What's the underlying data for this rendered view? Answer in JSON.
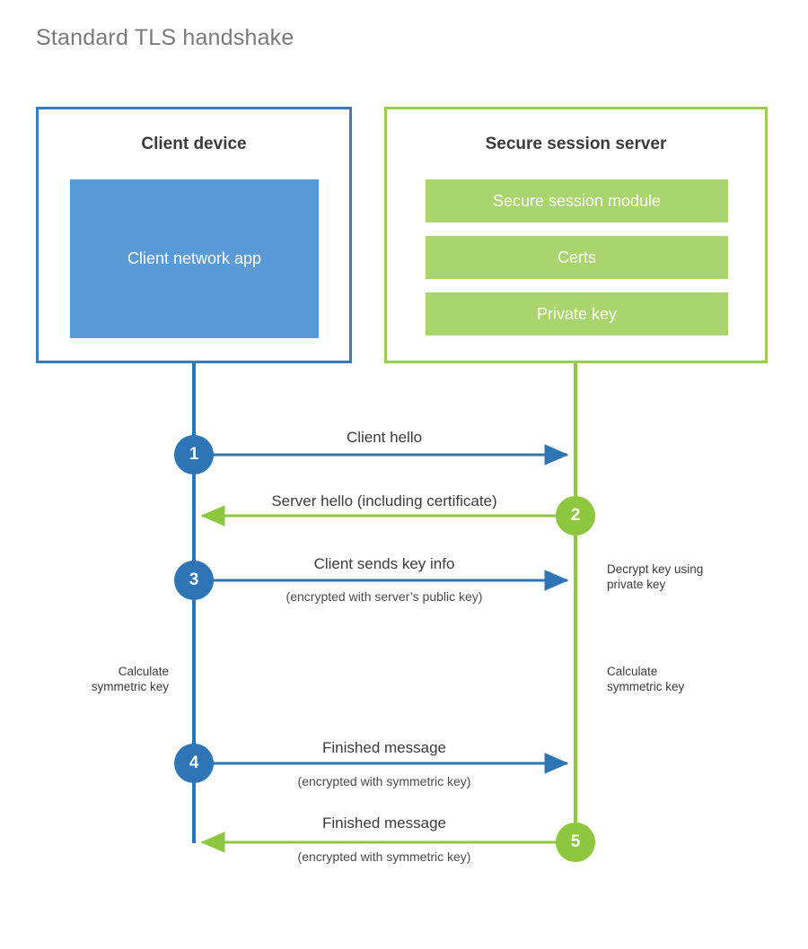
{
  "title": "Standard TLS handshake",
  "colors": {
    "client_border": "#3a7cba",
    "client_fill": "#5b9bd5",
    "client_line": "#2e75b6",
    "server_border": "#9ccc53",
    "server_fill": "#a9d46e",
    "server_line": "#8dc63f",
    "text": "#3b3b3b",
    "title_text": "#7a7a7a",
    "background": "#ffffff"
  },
  "client": {
    "title": "Client device",
    "blocks": [
      {
        "label": "Client network app"
      }
    ]
  },
  "server": {
    "title": "Secure session server",
    "blocks": [
      {
        "label": "Secure session module"
      },
      {
        "label": "Certs"
      },
      {
        "label": "Private key"
      }
    ]
  },
  "steps": [
    {
      "number": "1",
      "origin": "client",
      "direction": "client-to-server",
      "label": "Client hello",
      "sublabel": ""
    },
    {
      "number": "2",
      "origin": "server",
      "direction": "server-to-client",
      "label": "Server hello (including certificate)",
      "sublabel": ""
    },
    {
      "number": "3",
      "origin": "client",
      "direction": "client-to-server",
      "label": "Client sends key info",
      "sublabel": "(encrypted with server’s public key)"
    },
    {
      "number": "4",
      "origin": "client",
      "direction": "client-to-server",
      "label": "Finished message",
      "sublabel": "(encrypted with symmetric key)"
    },
    {
      "number": "5",
      "origin": "server",
      "direction": "server-to-client",
      "label": "Finished message",
      "sublabel": "(encrypted with symmetric key)"
    }
  ],
  "notes": {
    "server_decrypt": "Decrypt key using\nprivate key",
    "server_decrypt_line1": "Decrypt key using",
    "server_decrypt_line2": "private key",
    "client_calculate_line1": "Calculate",
    "client_calculate_line2": "symmetric key",
    "server_calculate_line1": "Calculate",
    "server_calculate_line2": "symmetric key"
  }
}
